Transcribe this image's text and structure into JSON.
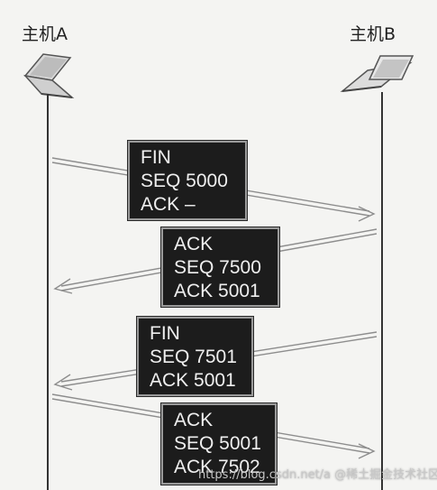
{
  "hosts": {
    "a": "主机A",
    "b": "主机B"
  },
  "packets": [
    {
      "lines": [
        "FIN",
        "SEQ 5000",
        "ACK  –"
      ]
    },
    {
      "lines": [
        "ACK",
        "SEQ 7500",
        "ACK 5001"
      ]
    },
    {
      "lines": [
        "FIN",
        "SEQ 7501",
        "ACK 5001"
      ]
    },
    {
      "lines": [
        "ACK",
        "SEQ 5001",
        "ACK 7502"
      ]
    }
  ],
  "watermark": "https://blog.csdn.net/a @稀土掘金技术社区",
  "colors": {
    "packet_bg": "#1c1c1c",
    "packet_text": "#efefef",
    "line": "#9a9a9a",
    "background": "#f4f4f2"
  },
  "icons": [
    "laptop-icon",
    "laptop-icon"
  ]
}
